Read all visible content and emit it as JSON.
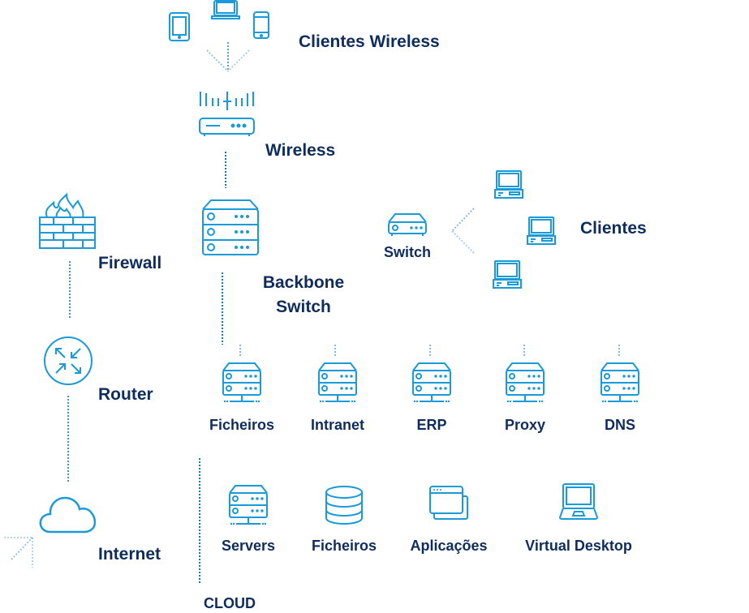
{
  "colors": {
    "icon": "#1a9ad6",
    "text": "#0f2d5c",
    "link": "#1577bf"
  },
  "nodes": {
    "wireless_clients": {
      "label": "Clientes Wireless",
      "icons": [
        "tablet-icon",
        "laptop-icon",
        "smartphone-icon"
      ]
    },
    "wireless": {
      "label": "Wireless",
      "icon": "wireless-router-icon"
    },
    "firewall": {
      "label": "Firewall",
      "icon": "firewall-icon"
    },
    "backbone_switch": {
      "label_line1": "Backbone",
      "label_line2": "Switch",
      "icon": "rack-switch-icon"
    },
    "switch": {
      "label": "Switch",
      "icon": "switch-icon"
    },
    "clients": {
      "label": "Clientes",
      "icons": [
        "desktop-computer-icon",
        "desktop-computer-icon",
        "desktop-computer-icon"
      ]
    },
    "router": {
      "label": "Router",
      "icon": "router-icon"
    },
    "internet": {
      "label": "Internet",
      "icon": "cloud-icon"
    }
  },
  "servers": [
    {
      "label": "Ficheiros",
      "icon": "server-icon"
    },
    {
      "label": "Intranet",
      "icon": "server-icon"
    },
    {
      "label": "ERP",
      "icon": "server-icon"
    },
    {
      "label": "Proxy",
      "icon": "server-icon"
    },
    {
      "label": "DNS",
      "icon": "server-icon"
    }
  ],
  "cloud": {
    "title": "CLOUD",
    "items": [
      {
        "label": "Servers",
        "icon": "server-icon"
      },
      {
        "label": "Ficheiros",
        "icon": "database-icon"
      },
      {
        "label": "Aplicações",
        "icon": "app-windows-icon"
      },
      {
        "label": "Virtual Desktop",
        "icon": "laptop-icon"
      }
    ]
  }
}
